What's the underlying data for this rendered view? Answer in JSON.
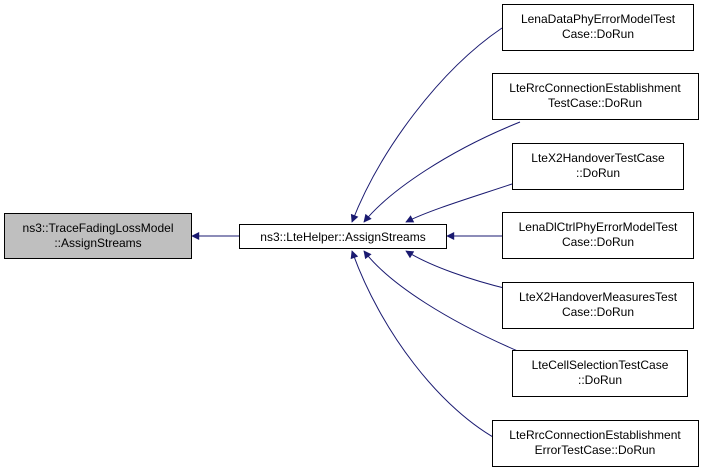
{
  "colors": {
    "edge": "#191970",
    "node_border": "#000000",
    "node_fill": "#ffffff",
    "focus_fill": "#bfbfbf"
  },
  "nodes": {
    "trace": {
      "lines": [
        "ns3::TraceFadingLossModel",
        "::AssignStreams"
      ]
    },
    "helper": {
      "lines": [
        "ns3::LteHelper::AssignStreams"
      ]
    },
    "caller1": {
      "lines": [
        "LenaDataPhyErrorModelTest",
        "Case::DoRun"
      ]
    },
    "caller2": {
      "lines": [
        "LteRrcConnectionEstablishment",
        "TestCase::DoRun"
      ]
    },
    "caller3": {
      "lines": [
        "LteX2HandoverTestCase",
        "::DoRun"
      ]
    },
    "caller4": {
      "lines": [
        "LenaDlCtrlPhyErrorModelTest",
        "Case::DoRun"
      ]
    },
    "caller5": {
      "lines": [
        "LteX2HandoverMeasuresTest",
        "Case::DoRun"
      ]
    },
    "caller6": {
      "lines": [
        "LteCellSelectionTestCase",
        "::DoRun"
      ]
    },
    "caller7": {
      "lines": [
        "LteRrcConnectionEstablishment",
        "ErrorTestCase::DoRun"
      ]
    }
  }
}
